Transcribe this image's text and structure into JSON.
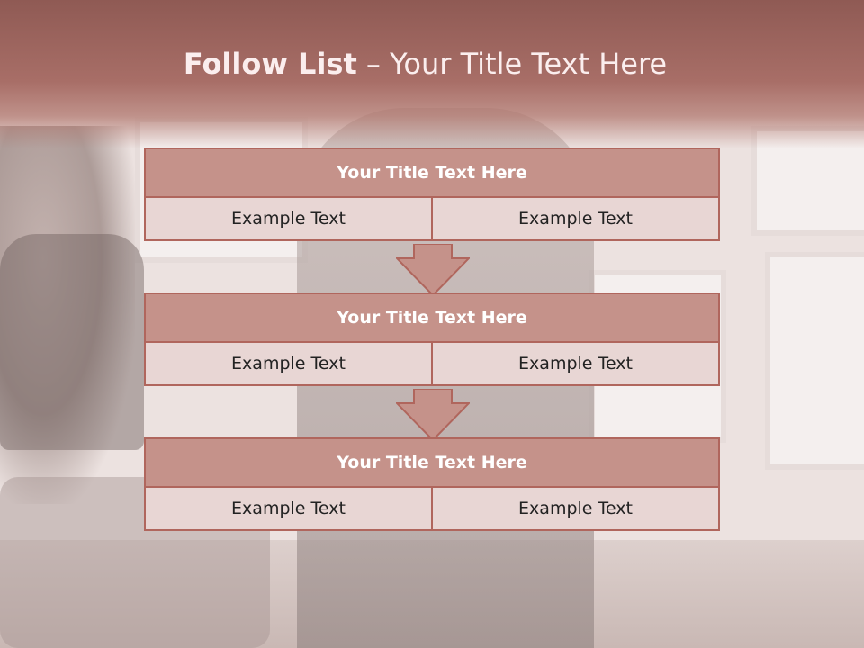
{
  "slide": {
    "title_bold": "Follow List",
    "title_rest": " – Your Title Text Here"
  },
  "blocks": [
    {
      "title": "Your Title Text Here",
      "left": "Example Text",
      "right": "Example Text"
    },
    {
      "title": "Your Title Text Here",
      "left": "Example Text",
      "right": "Example Text"
    },
    {
      "title": "Your Title Text Here",
      "left": "Example Text",
      "right": "Example Text"
    }
  ],
  "colors": {
    "header": "#a86e67",
    "box_fill": "#c5928a",
    "box_border": "#b0665d",
    "cell_fill": "#e8d6d4"
  }
}
